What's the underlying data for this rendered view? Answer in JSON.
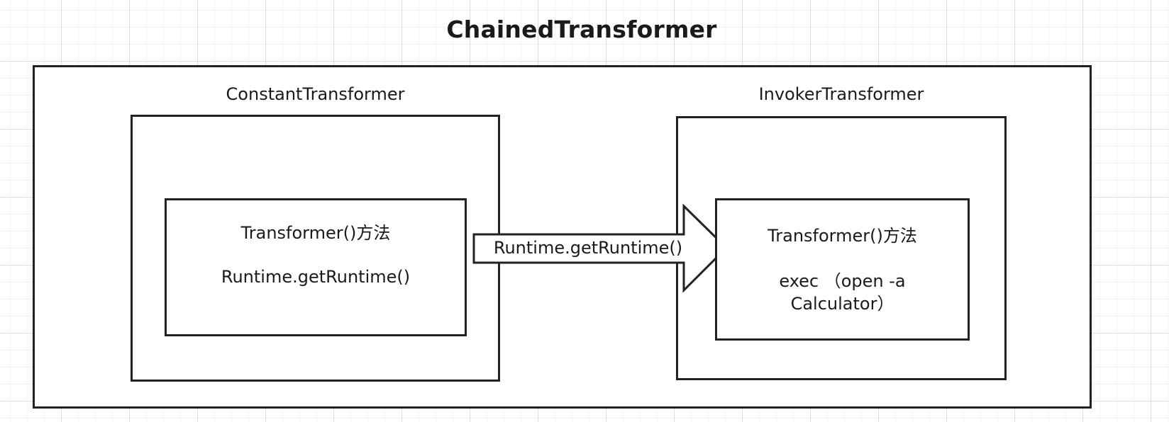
{
  "diagram": {
    "title": "ChainedTransformer",
    "constant": {
      "label": "ConstantTransformer",
      "method": "Transformer()方法",
      "body": "Runtime.getRuntime()"
    },
    "invoker": {
      "label": "InvokerTransformer",
      "method": "Transformer()方法",
      "body_line1": "exec （open -a",
      "body_line2": "Calculator）"
    },
    "arrow": {
      "label": "Runtime.getRuntime()"
    }
  }
}
